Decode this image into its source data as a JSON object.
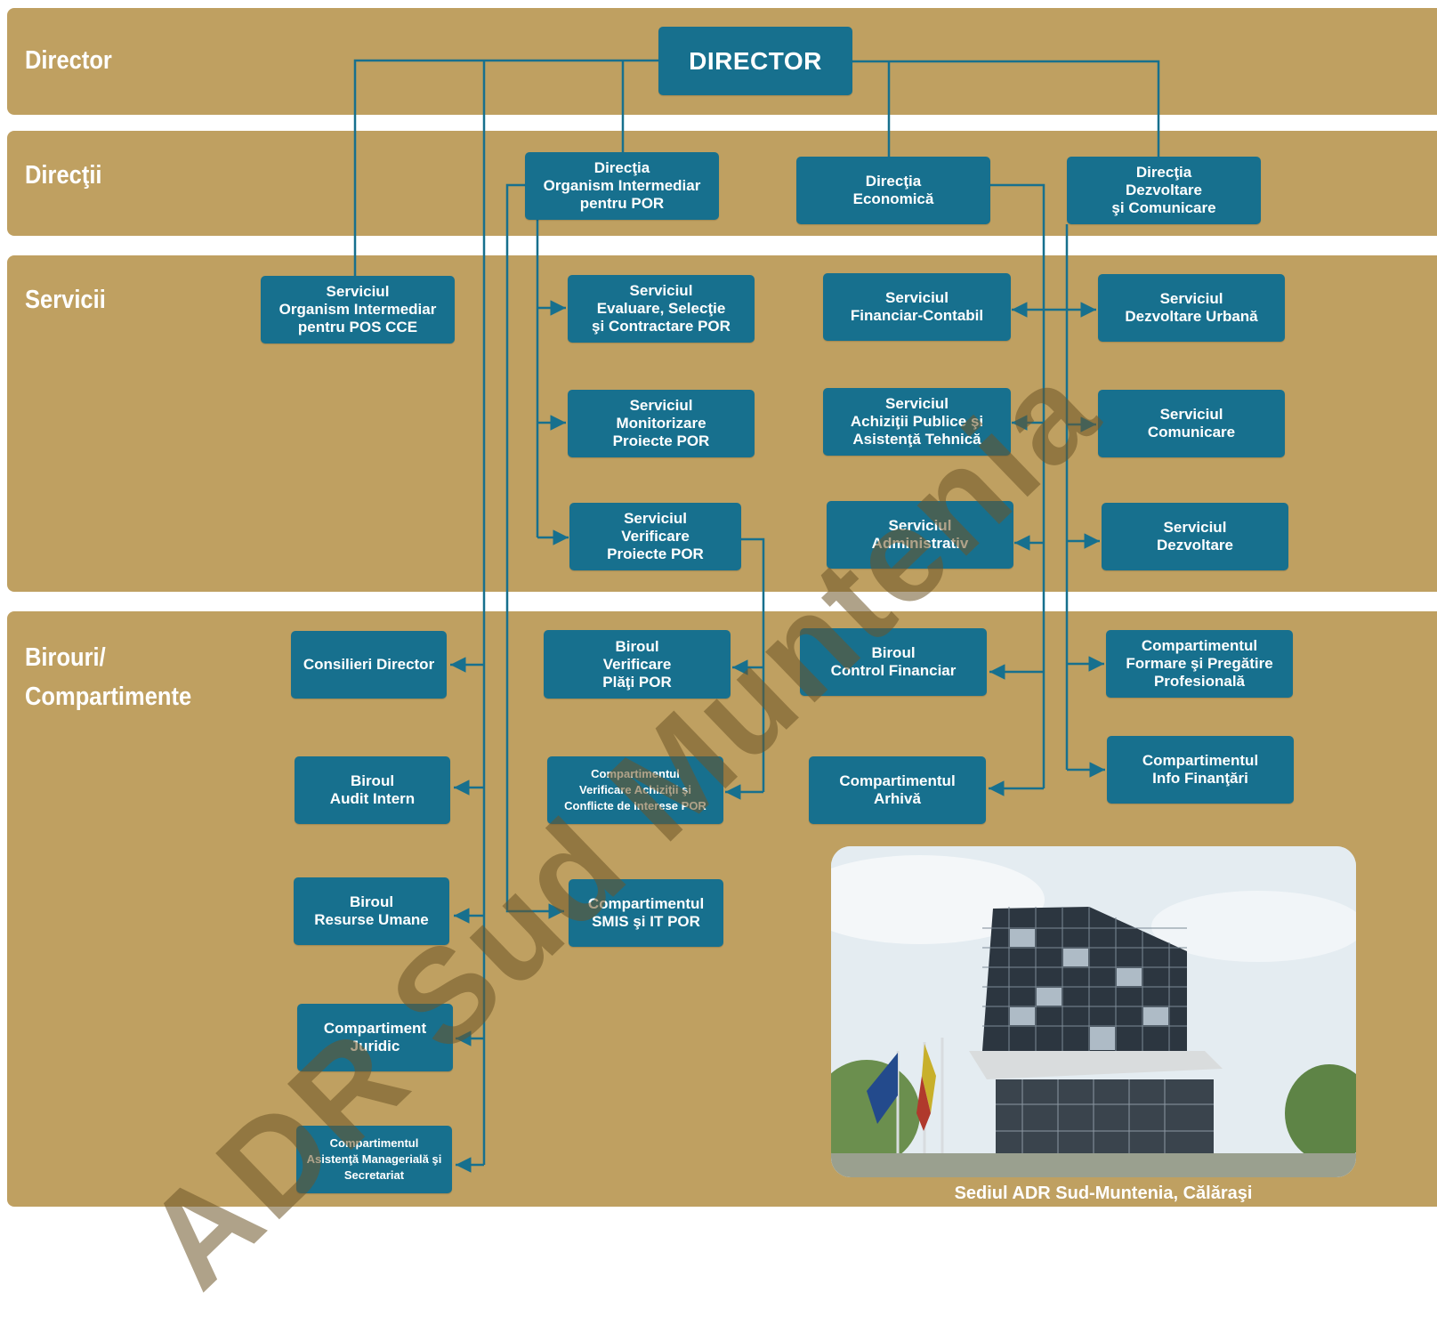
{
  "bands": [
    {
      "id": "director",
      "label": "Director"
    },
    {
      "id": "directii",
      "label": "Direcţii"
    },
    {
      "id": "servicii",
      "label": "Servicii"
    },
    {
      "id": "birouri",
      "label": "Birouri/\nCompartimente"
    }
  ],
  "units": {
    "director": "DIRECTOR",
    "dir_oi_por": "Direcţia\nOrganism Intermediar\npentru POR",
    "dir_economica": "Direcţia\nEconomică",
    "dir_dezvoltare": "Direcţia\nDezvoltare\nşi Comunicare",
    "srv_oi_pos_cce": "Serviciul\nOrganism Intermediar\npentru POS CCE",
    "srv_evaluare": "Serviciul\nEvaluare, Selecţie\nşi Contractare POR",
    "srv_monitorizare": "Serviciul\nMonitorizare\nProiecte POR",
    "srv_verificare": "Serviciul\nVerificare\nProiecte POR",
    "srv_financiar": "Serviciul\nFinanciar-Contabil",
    "srv_achizitii": "Serviciul\nAchiziţii Publice şi\nAsistenţă Tehnică",
    "srv_administrativ": "Serviciul\nAdministrativ",
    "srv_dezv_urbana": "Serviciul\nDezvoltare Urbană",
    "srv_comunicare": "Serviciul\nComunicare",
    "srv_dezvoltare": "Serviciul\nDezvoltare",
    "consilieri": "Consilieri Director",
    "audit": "Biroul\nAudit Intern",
    "resurse_umane": "Biroul\nResurse Umane",
    "juridic": "Compartiment\nJuridic",
    "asistenta": "Compartimentul\nAsistenţă Managerială şi\nSecretariat",
    "verif_plati": "Biroul\nVerificare\nPlăţi POR",
    "verif_achizitii": "Compartimentul\nVerificare Achiziţii şi\nConflicte de Interese POR",
    "smis": "Compartimentul\nSMIS şi IT POR",
    "control_financiar": "Biroul\nControl Financiar",
    "arhiva": "Compartimentul\nArhivă",
    "formare": "Compartimentul\nFormare şi Pregătire\nProfesională",
    "info_finantari": "Compartimentul\nInfo Finanţări"
  },
  "photo": {
    "caption": "Sediul ADR Sud-Muntenia, Călăraşi"
  },
  "watermark": "ADR Sud Muntenia",
  "colors": {
    "band": "#bfa061",
    "box": "#17708e",
    "line": "#17708e"
  }
}
